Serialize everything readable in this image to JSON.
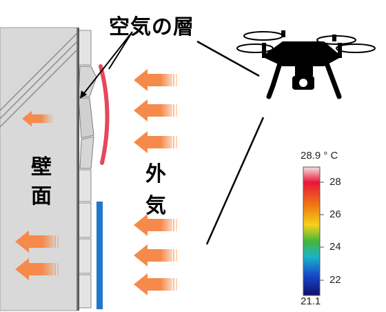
{
  "labels": {
    "air_layer": "空気の層",
    "wall_surface": "壁面",
    "outside_air": "外気"
  },
  "thermal_scale": {
    "max_label": "28.9 ° C",
    "min_label": "21.1",
    "ticks": [
      "28",
      "26",
      "24",
      "22"
    ],
    "max_value": 28.9,
    "min_value": 21.1,
    "tick_values": [
      28,
      26,
      24,
      22
    ],
    "gradient_colors": [
      "#f4e1e0",
      "#e8163a",
      "#f07a12",
      "#f6d21a",
      "#42b53d",
      "#1bb3c8",
      "#1646c9",
      "#10106a"
    ]
  },
  "colors": {
    "arrow": "#f58a4a",
    "wall": "#d9d9d9",
    "warm_marker": "#e5475b",
    "cool_marker": "#1f78c8",
    "drone": "#000000"
  }
}
